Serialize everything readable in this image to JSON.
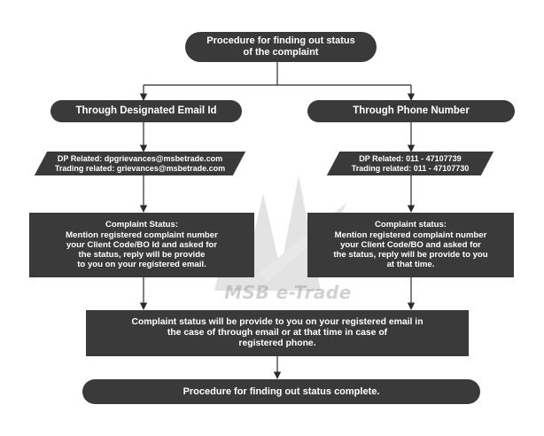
{
  "watermark": {
    "brand": "MSB e-Trade"
  },
  "flowchart": {
    "start": {
      "lines": [
        "Procedure for finding out status",
        "of the complaint"
      ]
    },
    "branch_email": {
      "label": "Through Designated Email Id"
    },
    "branch_phone": {
      "label": "Through Phone Number"
    },
    "email_contacts": {
      "lines": [
        "DP Related:  dpgrievances@msbetrade.com",
        "Trading related: grievances@msbetrade.com"
      ]
    },
    "phone_contacts": {
      "lines": [
        "DP Related:  011 - 47107739",
        "Trading related: 011 - 47107730"
      ]
    },
    "email_status": {
      "lines": [
        "Complaint Status:",
        "Mention registered complaint number",
        "your Client Code/BO Id and asked for",
        "the status, reply will be provide",
        "to you on your registered email."
      ]
    },
    "phone_status": {
      "lines": [
        "Complaint status:",
        "Mention registered complaint number",
        "your Client Code/BO and asked for",
        "the status, reply will be provide to you",
        "at that time."
      ]
    },
    "merge": {
      "lines": [
        "Complaint status will be provide to you on your registered email in",
        "the case of through email or at that time in case of",
        "registered phone."
      ]
    },
    "end": {
      "label": "Procedure for finding out status  complete."
    }
  },
  "colors": {
    "box_fill": "#3b3a3a",
    "text": "#ffffff",
    "connector": "#2b2b2b"
  }
}
